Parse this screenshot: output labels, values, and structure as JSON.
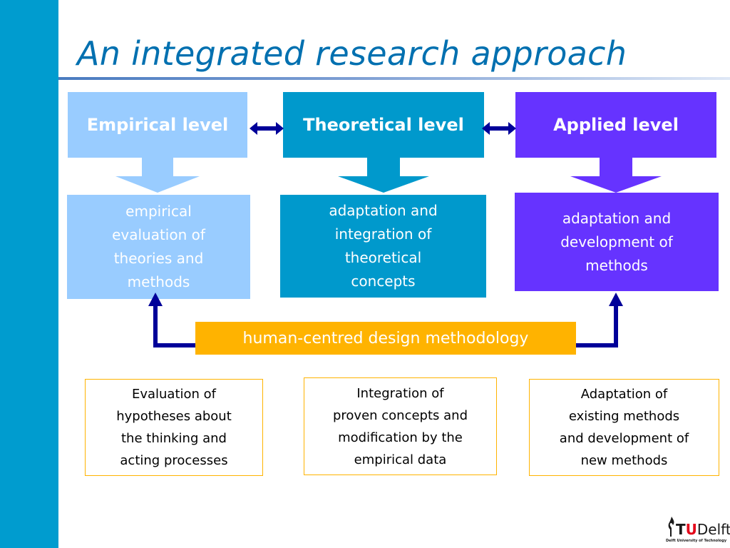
{
  "slide": {
    "title": "An integrated research approach"
  },
  "levels": [
    {
      "label": "Empirical level",
      "color": "#99ccff"
    },
    {
      "label": "Theoretical level",
      "color": "#0099cc"
    },
    {
      "label": "Applied level",
      "color": "#6633ff"
    }
  ],
  "descriptions": [
    {
      "text": "empirical\nevaluation of\ntheories and\nmethods"
    },
    {
      "text": "adaptation and\nintegration of\ntheoretical\nconcepts"
    },
    {
      "text": "adaptation and\ndevelopment of\nmethods"
    }
  ],
  "methodology": {
    "label": "human-centred design methodology",
    "color": "#ffb300"
  },
  "notes": [
    {
      "text": "Evaluation of\nhypotheses about\nthe thinking and\nacting processes"
    },
    {
      "text": "Integration of\nproven concepts and\nmodification  by the\nempirical data"
    },
    {
      "text": "Adaptation of\nexisting methods\nand development of\nnew methods"
    }
  ],
  "logo": {
    "brand_prefix": "T",
    "brand_u": "U",
    "brand_suffix": "Delft",
    "tagline": "Delft University of Technology"
  },
  "colors": {
    "sidebar": "#009ccf",
    "title": "#0070b0",
    "connector": "#000099"
  }
}
